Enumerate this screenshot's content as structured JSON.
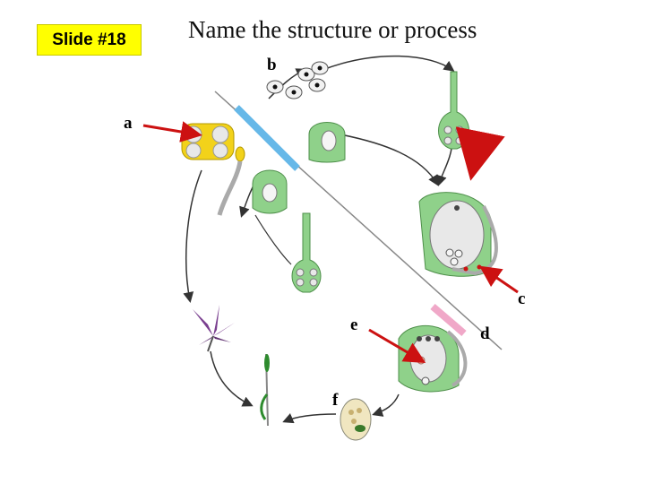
{
  "slide": {
    "badge": "Slide #18"
  },
  "title": "Name the structure or process",
  "labels": {
    "a": "a",
    "b": "b",
    "c": "c",
    "d": "d",
    "e": "e",
    "f": "f"
  },
  "colors": {
    "tissue_green": "#8fd18a",
    "pollen_yellow": "#f2d21a",
    "pointer_red": "#cc1111",
    "blue_bar": "#66b8e8",
    "pink_bar": "#f0a8c8",
    "flower_purple": "#7a3f8f",
    "cycle_arrow": "#333333"
  }
}
